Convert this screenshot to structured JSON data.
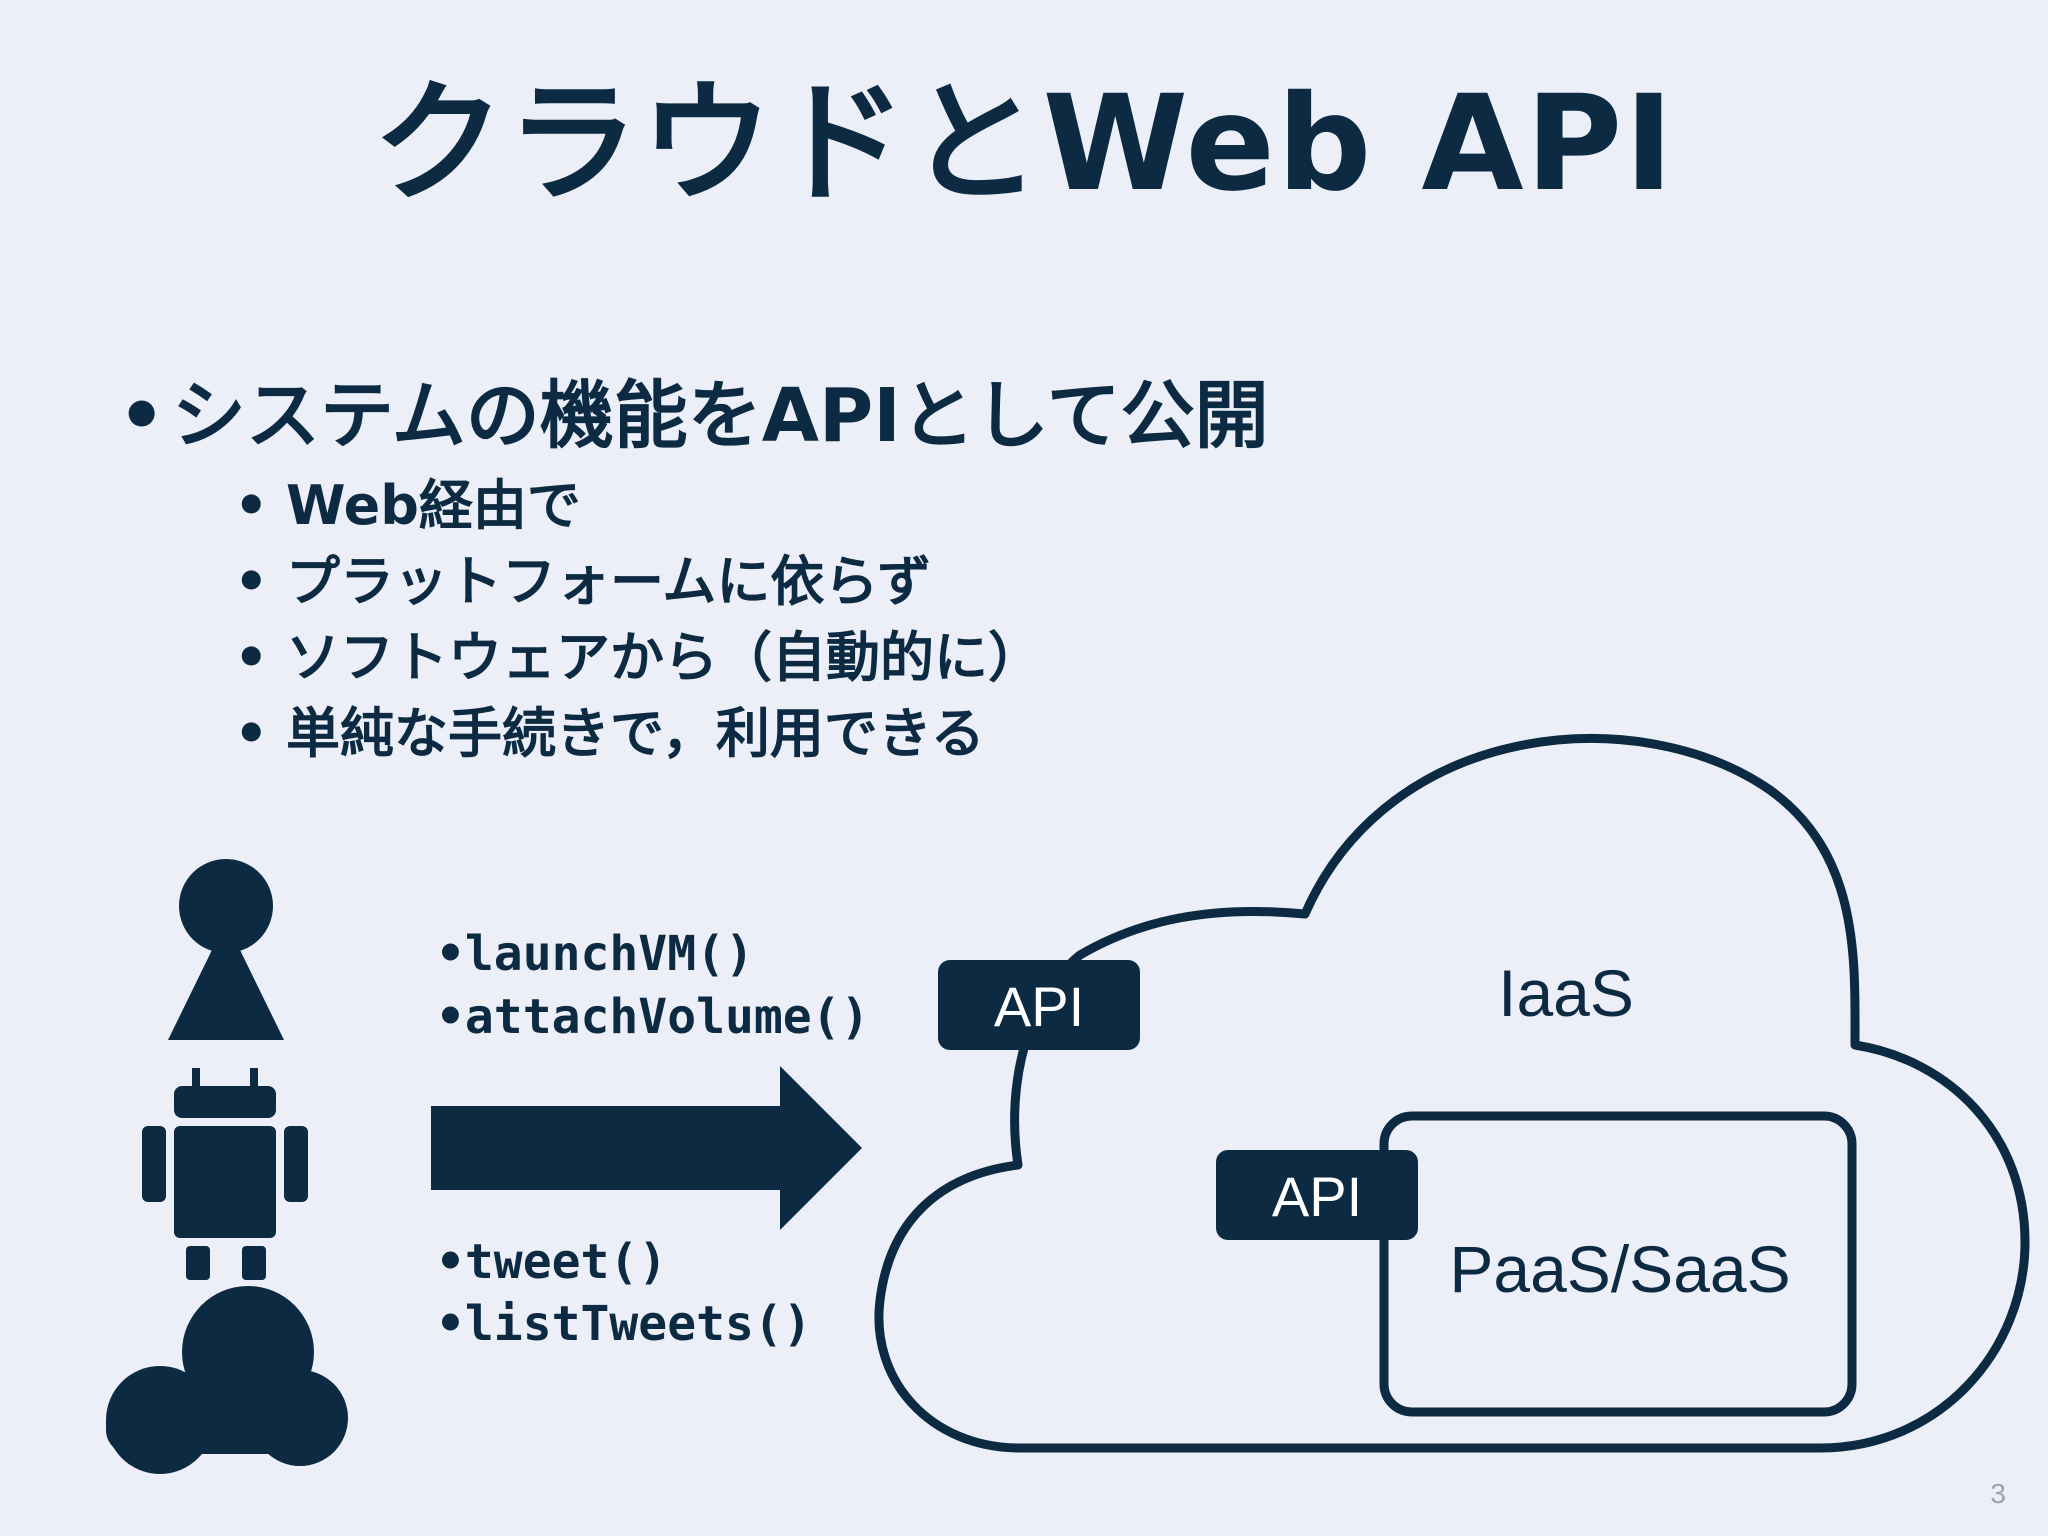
{
  "title": "クラウドとWeb API",
  "bullets": {
    "main": "システムの機能をAPIとして公開",
    "sub": [
      "Web経由で",
      "プラットフォームに依らず",
      "ソフトウェアから（自動的に）",
      "単純な手続きで，利用できる"
    ]
  },
  "diagram": {
    "calls_top": [
      "•launchVM()",
      "•attachVolume()"
    ],
    "calls_bottom": [
      "•tweet()",
      "•listTweets()"
    ],
    "api_label_outer": "API",
    "api_label_inner": "API",
    "cloud_label": "IaaS",
    "inner_label": "PaaS/SaaS",
    "client_icons": [
      "person-icon",
      "android-icon",
      "cloud-icon"
    ]
  },
  "page_number": "3",
  "colors": {
    "background": "#eceff8",
    "primary": "#0c2a42",
    "api_text": "#ffffff",
    "page_number": "#9aa3b0"
  }
}
